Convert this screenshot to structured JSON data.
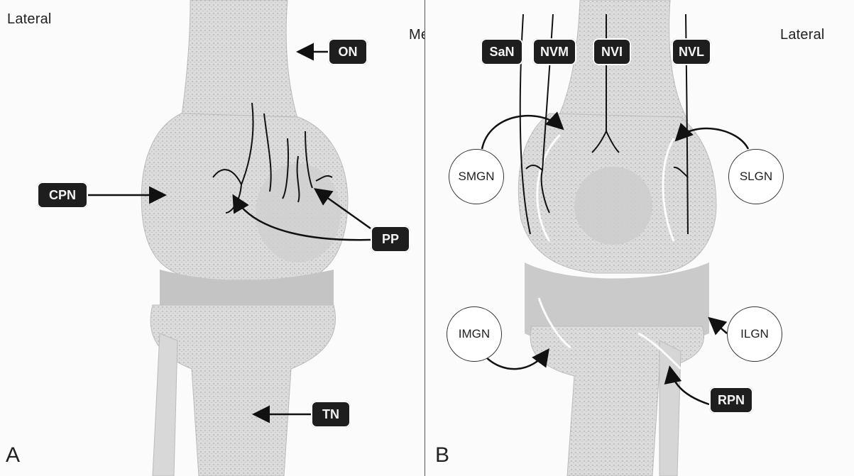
{
  "panel_a": {
    "letter": "A",
    "side_label_left": "Lateral",
    "side_label_right": "Medial",
    "labels": {
      "on": "ON",
      "cpn": "CPN",
      "pp": "PP",
      "tn": "TN"
    }
  },
  "panel_b": {
    "letter": "B",
    "side_label_right": "Lateral",
    "top_labels": {
      "san": "SaN",
      "nvm": "NVM",
      "nvi": "NVI",
      "nvl": "NVL"
    },
    "circle_labels": {
      "smgn": "SMGN",
      "slgn": "SLGN",
      "imgn": "IMGN",
      "ilgn": "ILGN"
    },
    "labels": {
      "rpn": "RPN"
    }
  },
  "colors": {
    "bone": "#d4d4d4",
    "nerve": "#111111",
    "tag_bg": "#1e1e1e",
    "border": "#555555"
  }
}
